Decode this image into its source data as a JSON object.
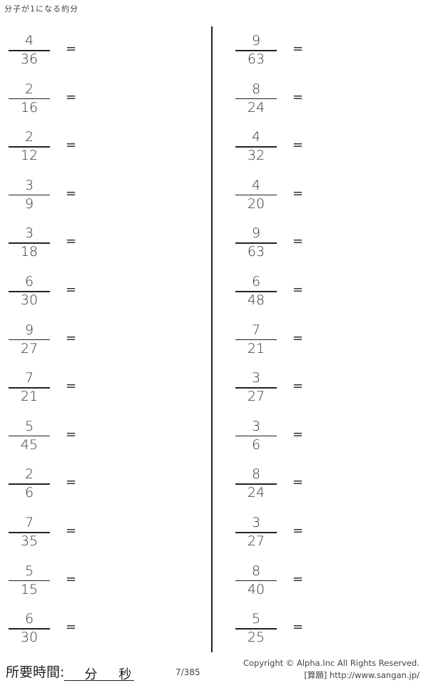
{
  "title": "分子が1になる約分",
  "left": [
    {
      "n": "4",
      "d": "36"
    },
    {
      "n": "2",
      "d": "16"
    },
    {
      "n": "2",
      "d": "12"
    },
    {
      "n": "3",
      "d": "9"
    },
    {
      "n": "3",
      "d": "18"
    },
    {
      "n": "6",
      "d": "30"
    },
    {
      "n": "9",
      "d": "27"
    },
    {
      "n": "7",
      "d": "21"
    },
    {
      "n": "5",
      "d": "45"
    },
    {
      "n": "2",
      "d": "6"
    },
    {
      "n": "7",
      "d": "35"
    },
    {
      "n": "5",
      "d": "15"
    },
    {
      "n": "6",
      "d": "30"
    }
  ],
  "right": [
    {
      "n": "9",
      "d": "63"
    },
    {
      "n": "8",
      "d": "24"
    },
    {
      "n": "4",
      "d": "32"
    },
    {
      "n": "4",
      "d": "20"
    },
    {
      "n": "9",
      "d": "63"
    },
    {
      "n": "6",
      "d": "48"
    },
    {
      "n": "7",
      "d": "21"
    },
    {
      "n": "3",
      "d": "27"
    },
    {
      "n": "3",
      "d": "6"
    },
    {
      "n": "8",
      "d": "24"
    },
    {
      "n": "3",
      "d": "27"
    },
    {
      "n": "8",
      "d": "40"
    },
    {
      "n": "5",
      "d": "25"
    }
  ],
  "equals": "=",
  "footer": {
    "time_label": "所要時間:",
    "minutes": "分",
    "seconds": "秒",
    "page": "7/385",
    "copyright": "Copyright ©  Alpha.Inc All Rights Reserved.",
    "site": "[算願] http://www.sangan.jp/"
  }
}
